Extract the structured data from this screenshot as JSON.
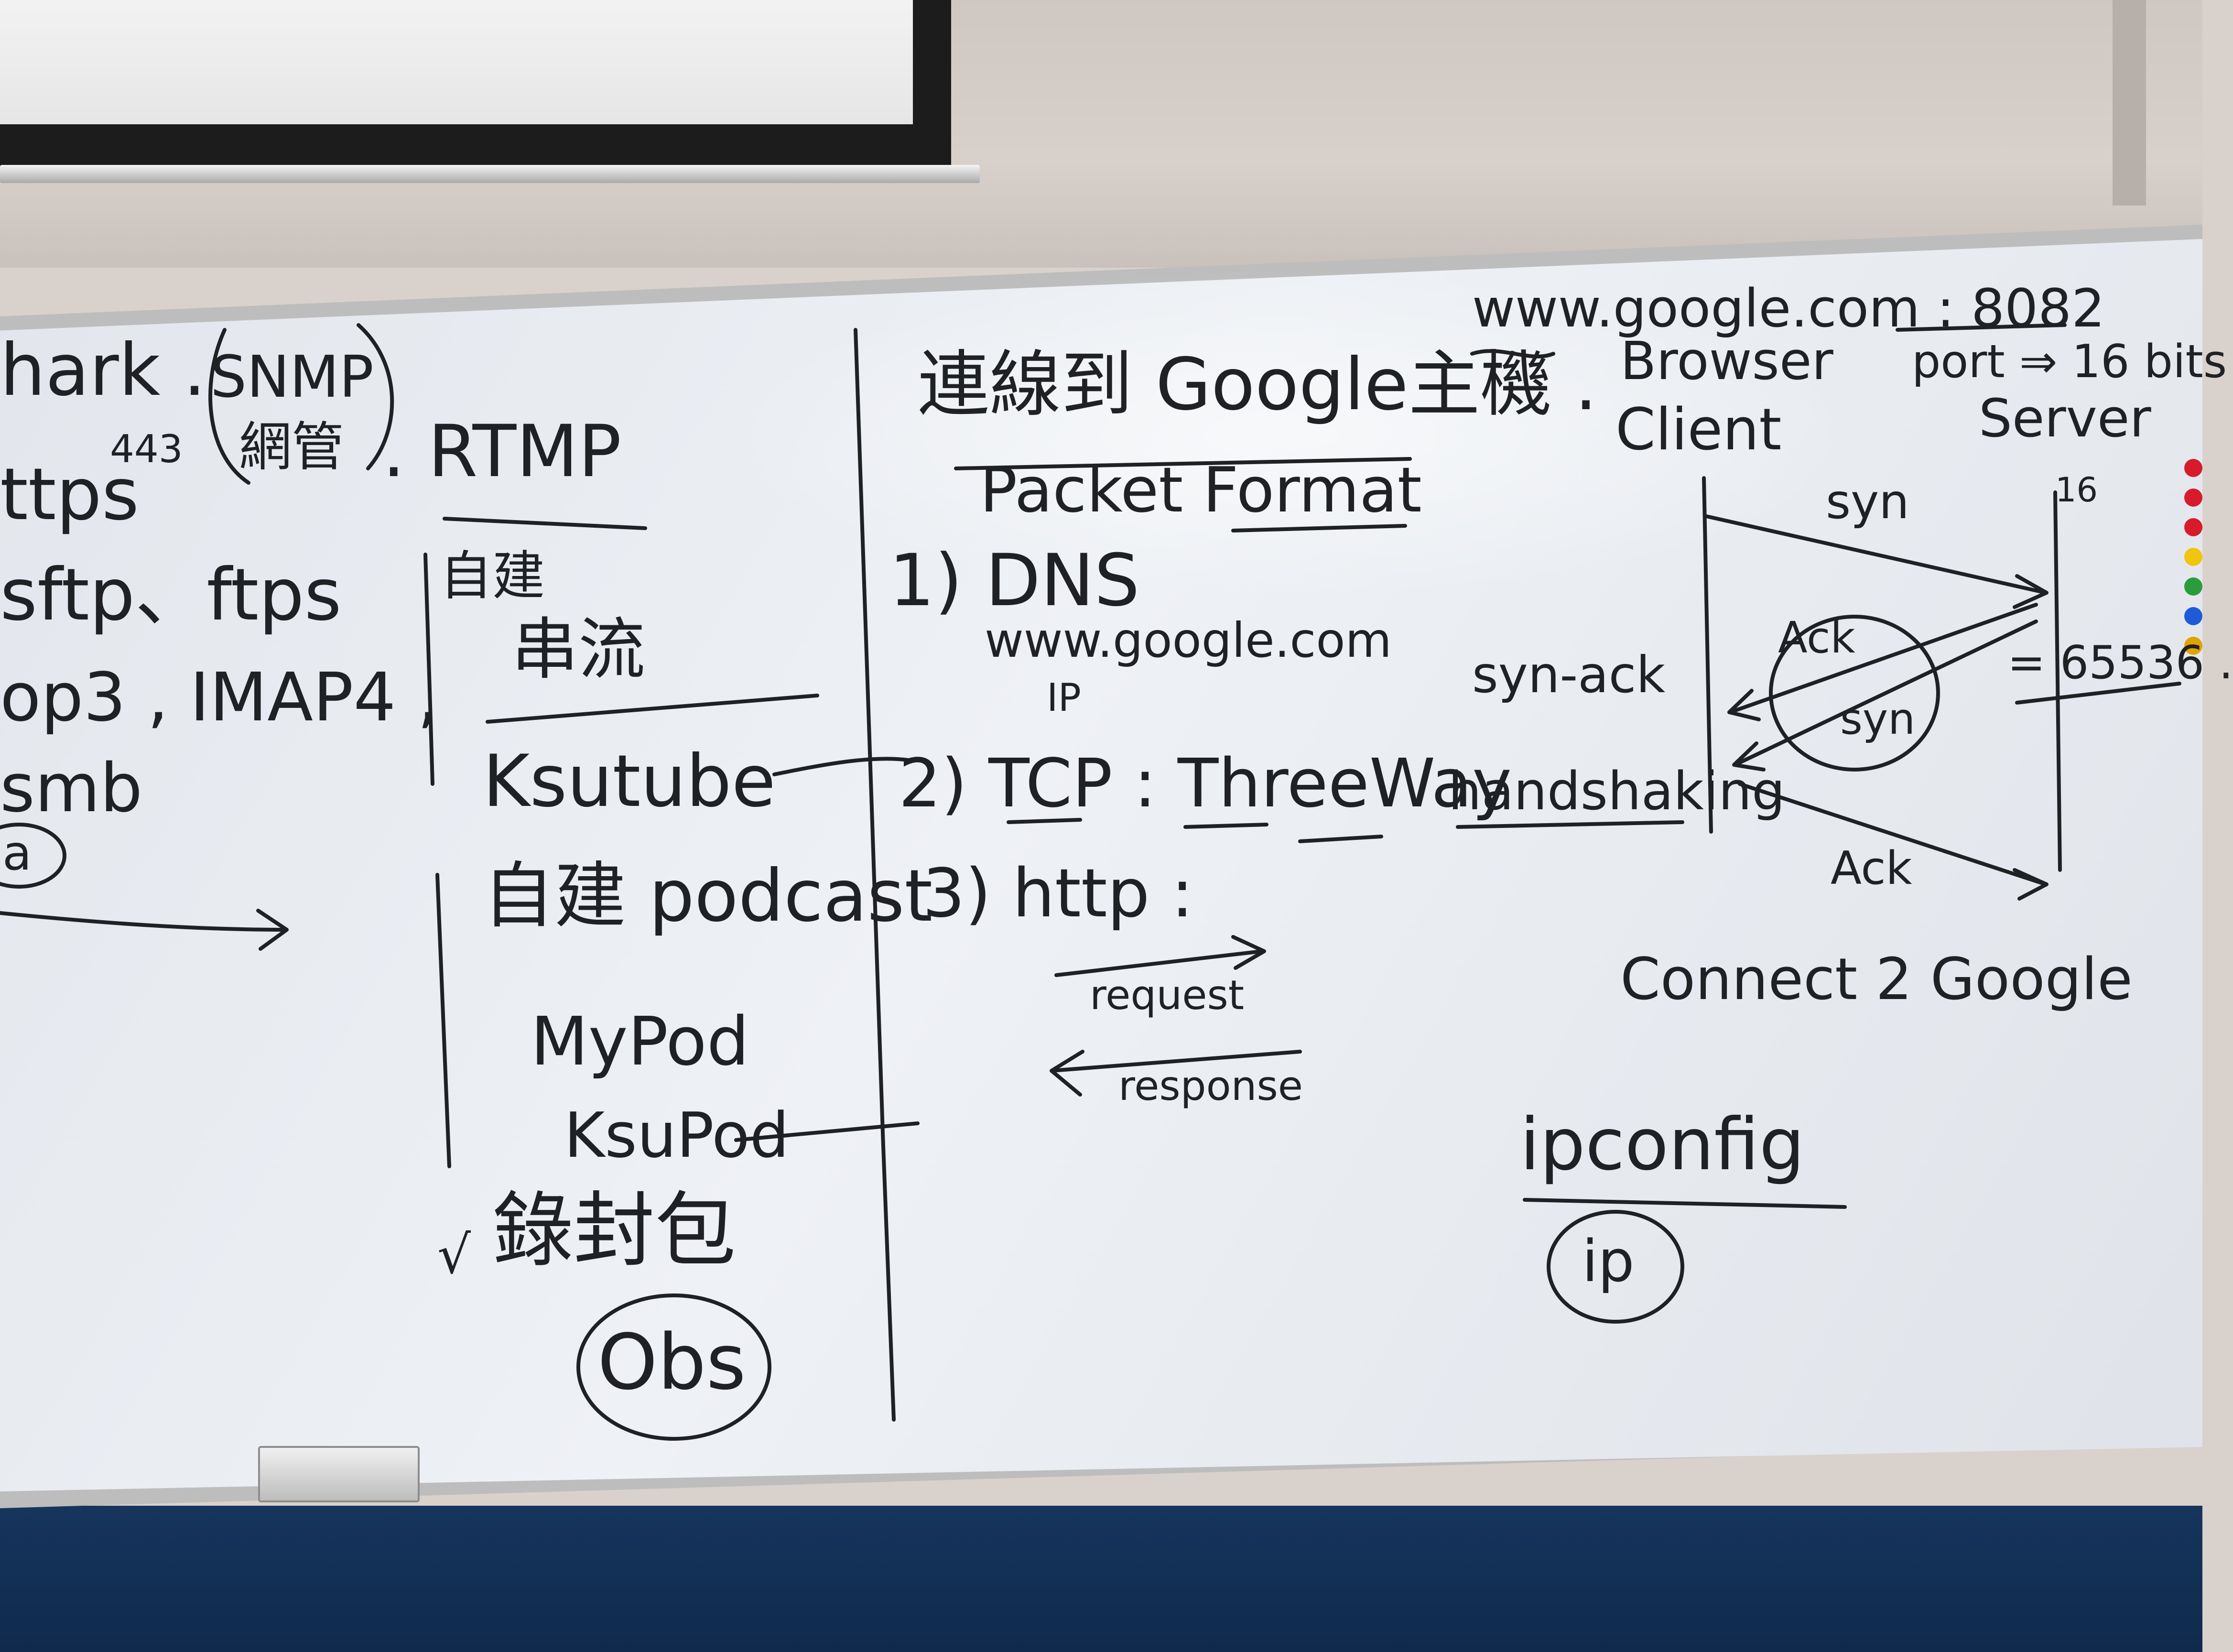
{
  "colors": {
    "ink": "#202124",
    "board": "#e9edf2",
    "frame": "#bdbdbd",
    "floor": "#12325a",
    "magnets": [
      "#d81b2b",
      "#d81b2b",
      "#d81b2b",
      "#f1c40f",
      "#2a9d3a",
      "#1e5bd8",
      "#e0a400"
    ]
  },
  "left_column": {
    "l1": "hark .",
    "snmp": "SNMP",
    "wangguan": "網管",
    "n443": "443",
    "rtmp": ". RTMP",
    "l2": "ttps",
    "l3": "sftp、ftps",
    "l4": "op3 , IMAP4 ,",
    "l5": "smb",
    "l6": "a"
  },
  "middle_column": {
    "zijian": "自建",
    "chuanliu": "串流",
    "ksutube": "Ksutube",
    "zijian_podcast": "自建 podcast",
    "mypod": "MyPod",
    "ksupod": "KsuPod",
    "check": "√",
    "lu_fengbao": "錄封包",
    "obs": "Obs"
  },
  "right_column": {
    "title": "連線到 Google主機 .",
    "packet_format": "Packet   Format",
    "dns": "1) DNS",
    "google_host": "www.google.com",
    "ip_note": "IP",
    "tcp": "2) TCP : ThreeWay",
    "handshaking": "handshaking",
    "http": "3) http :",
    "request": "request",
    "response": "response"
  },
  "top_right": {
    "url": "www.google.com : 8082",
    "browser": "Browser",
    "client": "Client",
    "port": "port ⇒ 16 bits",
    "server": "Server",
    "exp16": "16",
    "range": "= 65536 .",
    "syn1": "syn",
    "syn_ack": "syn-ack",
    "ack_circle": "Ack",
    "syn_circle": "syn",
    "ack2": "Ack",
    "connect": "Connect 2 Google",
    "ipconfig": "ipconfig",
    "ip": "ip"
  }
}
